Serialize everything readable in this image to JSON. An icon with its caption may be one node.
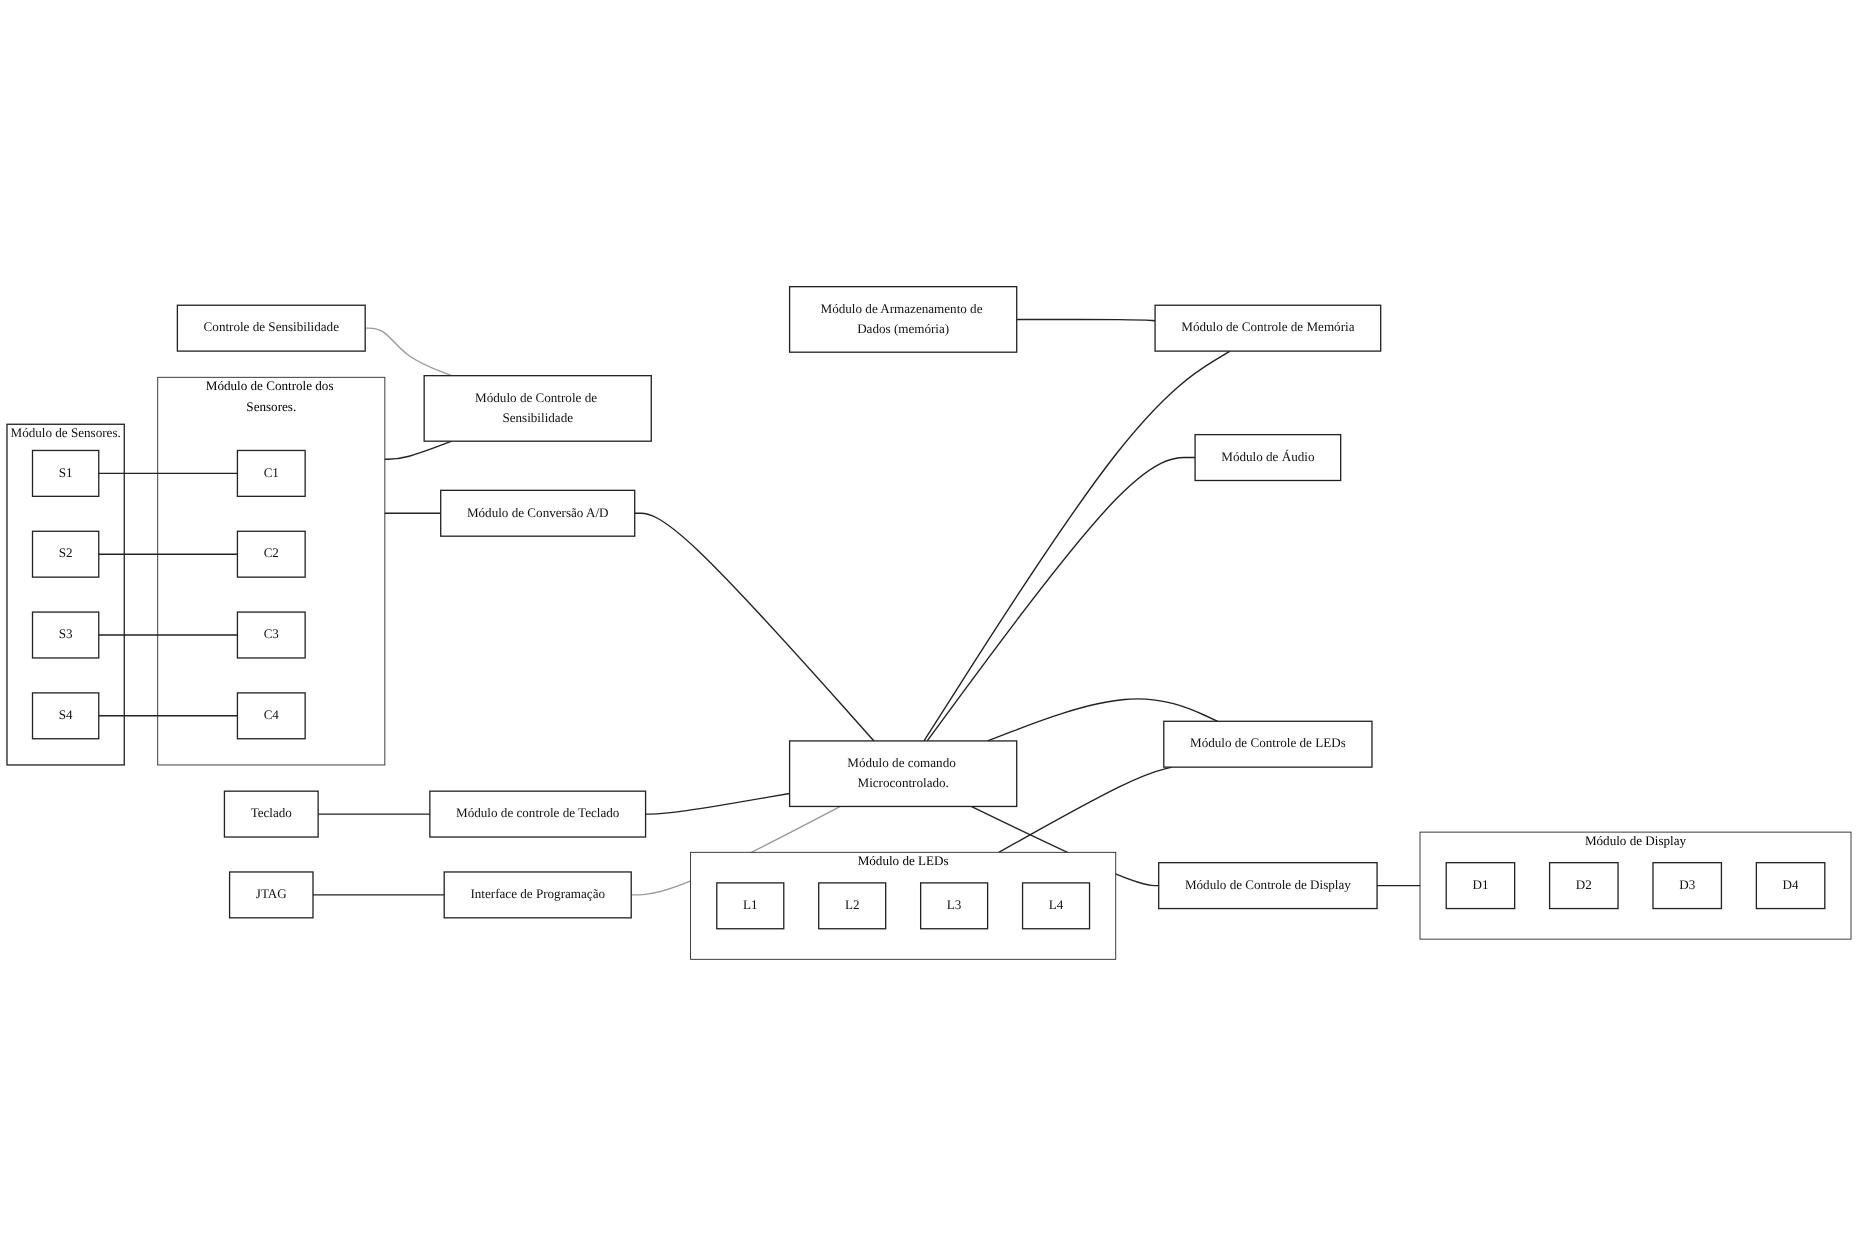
{
  "diagram": {
    "nodes": [
      {
        "text": [
          "Módulo de Sensores."
        ]
      },
      {
        "text": [
          "S1"
        ],
        "in": 0
      },
      {
        "text": [
          "S2"
        ],
        "in": 0
      },
      {
        "text": [
          "S3"
        ],
        "in": 0
      },
      {
        "text": [
          "S4"
        ],
        "in": 0
      },
      {
        "text": [
          "Módulo de Controle dos Sensores."
        ]
      },
      {
        "text": [
          "C1"
        ],
        "in": 5
      },
      {
        "text": [
          "C2"
        ],
        "in": 5
      },
      {
        "text": [
          "C3"
        ],
        "in": 5
      },
      {
        "text": [
          "C4"
        ],
        "in": 5
      },
      {
        "text": [
          "Módulo de Conversão A/D"
        ]
      },
      {
        "text": [
          "Módulo de Armazenamento de Dados (memória)"
        ]
      },
      {
        "text": [
          "Controle de Sensibilidade"
        ]
      },
      {
        "text": [
          "Módulo de Controle de Sensibilidade"
        ]
      },
      {
        "text": [
          "Teclado"
        ]
      },
      {
        "text": [
          "Módulo de controle de Teclado"
        ]
      },
      {
        "text": [
          "Módulo de comando Microcontrolado."
        ]
      },
      {
        "text": [
          "Módulo de Controle de Memória"
        ]
      },
      {
        "text": [
          "JTAG"
        ]
      },
      {
        "text": [
          "Interface de Programação"
        ]
      },
      {
        "text": [
          "Módulo de Áudio"
        ]
      },
      {
        "text": [
          "Módulo de LEDs"
        ]
      },
      {
        "text": [
          "L1"
        ],
        "in": 21
      },
      {
        "text": [
          "L2"
        ],
        "in": 21
      },
      {
        "text": [
          "L3"
        ],
        "in": 21
      },
      {
        "text": [
          "L4"
        ],
        "in": 21
      },
      {
        "text": [
          "Módulo de Controle de LEDs"
        ]
      },
      {
        "text": [
          "Módulo de Controle de Display"
        ]
      },
      {
        "text": [
          "Módulo de Display"
        ]
      },
      {
        "text": [
          "D1"
        ],
        "in": 28
      },
      {
        "text": [
          "D2"
        ],
        "in": 28
      },
      {
        "text": [
          "D3"
        ],
        "in": 28
      },
      {
        "text": [
          "D4"
        ],
        "in": 28
      }
    ],
    "edges": [
      {
        "from": 1,
        "to": 6,
        "arrow": "none"
      },
      {
        "from": 2,
        "to": 7,
        "arrow": "none"
      },
      {
        "from": 3,
        "to": 8,
        "arrow": "none"
      },
      {
        "from": 4,
        "to": 9,
        "arrow": "none"
      },
      {
        "from": 5,
        "to": 10,
        "arrow": "none"
      },
      {
        "from": 5,
        "to": 13,
        "arrow": "none"
      },
      {
        "from": 12,
        "to": 13,
        "arrow": "none",
        "color": "#999999"
      },
      {
        "from": 10,
        "to": 16,
        "arrow": "none"
      },
      {
        "from": 11,
        "to": 17,
        "arrow": "none"
      },
      {
        "from": 14,
        "to": 15,
        "arrow": "none"
      },
      {
        "from": 15,
        "to": 16,
        "arrow": "none"
      },
      {
        "from": 16,
        "to": 17,
        "arrow": "none"
      },
      {
        "from": 18,
        "to": 19,
        "arrow": "none"
      },
      {
        "from": 19,
        "to": 16,
        "arrow": "none",
        "color": "#999999"
      },
      {
        "from": 16,
        "to": 20,
        "arrow": "none"
      },
      {
        "from": 21,
        "to": 26,
        "arrow": "none"
      },
      {
        "from": 16,
        "to": 26,
        "arrow": "none"
      },
      {
        "from": 16,
        "to": 27,
        "arrow": "none"
      },
      {
        "from": 27,
        "to": 28,
        "arrow": "none"
      }
    ]
  }
}
